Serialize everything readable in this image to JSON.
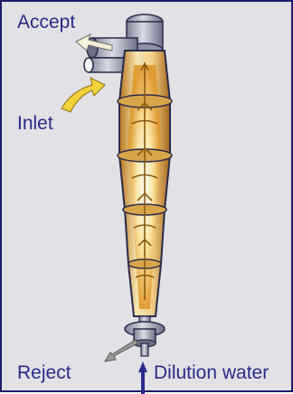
{
  "labels": {
    "accept": "Accept",
    "inlet": "Inlet",
    "reject": "Reject",
    "dilution_water": "Dilution water"
  },
  "colors": {
    "background": "#e1e1e6",
    "border": "#1c1c6e",
    "label_text": "#2a2a8a",
    "body_fill": "#f1dca0",
    "interior_glow": "#e59a2c",
    "metal": "#a6a8b8",
    "accept_arrow": "#f6f0d8",
    "inlet_arrow": "#f2d23a",
    "dilution_arrow": "#2a2a8a",
    "reject_arrow": "#9a9a9a"
  },
  "icons": {
    "hydrocyclone": "hydrocyclone-cleaner-icon",
    "accept_flow": "accept-flow-arrow-icon",
    "inlet_flow": "inlet-flow-arrow-icon",
    "reject_flow": "reject-flow-arrow-icon",
    "dilution_flow": "dilution-water-arrow-icon"
  }
}
